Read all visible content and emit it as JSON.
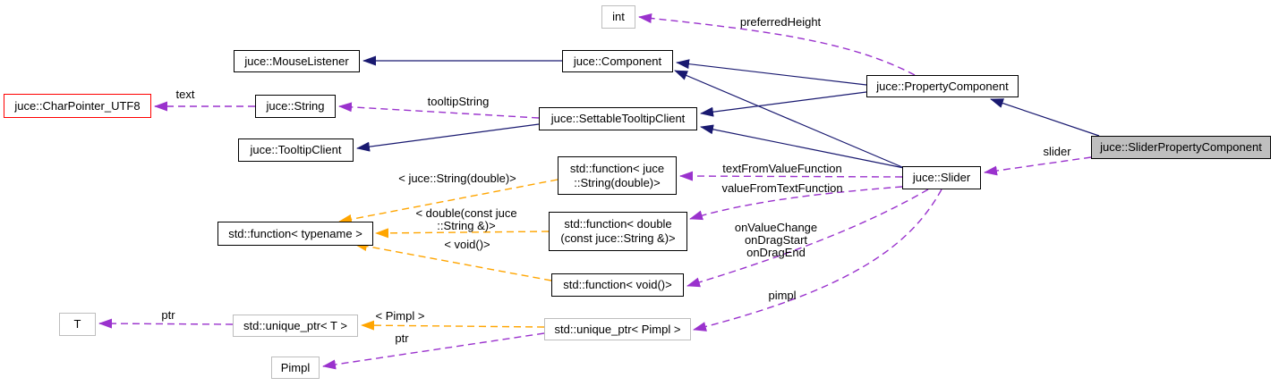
{
  "diagram": {
    "kind": "doxygen-collaboration-graph",
    "focus_class": "juce::SliderPropertyComponent"
  },
  "colors": {
    "background": "#ffffff",
    "inheritance_edge": "#191970",
    "usage_edge": "#9a32cd",
    "template_edge": "#ffa500",
    "node_fill": "#ffffff",
    "node_border": "#000000",
    "undocumented_node_border": "#bdbdbd",
    "red_node_border": "#ff0000",
    "selected_node_fill": "#bfbfbf",
    "text": "#000000"
  },
  "nodes": {
    "int": {
      "label": "int"
    },
    "mouse_listener": {
      "label": "juce::MouseListener"
    },
    "component": {
      "label": "juce::Component"
    },
    "property_component": {
      "label": "juce::PropertyComponent"
    },
    "char_pointer_utf8": {
      "label": "juce::CharPointer_UTF8"
    },
    "string": {
      "label": "juce::String"
    },
    "settable_tooltip_client": {
      "label": "juce::SettableTooltipClient"
    },
    "tooltip_client": {
      "label": "juce::TooltipClient"
    },
    "slider_property_component": {
      "label": "juce::SliderPropertyComponent"
    },
    "slider": {
      "label": "juce::Slider"
    },
    "fn_string_double": {
      "label": "std::function< juce\n::String(double)>"
    },
    "fn_typename": {
      "label": "std::function< typename >"
    },
    "fn_double_string": {
      "label": "std::function< double\n(const juce::String &)>"
    },
    "fn_void": {
      "label": "std::function< void()>"
    },
    "unique_ptr_t": {
      "label": "std::unique_ptr< T >"
    },
    "unique_ptr_pimpl": {
      "label": "std::unique_ptr< Pimpl >"
    },
    "t": {
      "label": "T"
    },
    "pimpl": {
      "label": "Pimpl"
    }
  },
  "edge_labels": {
    "preferred_height": "preferredHeight",
    "text": "text",
    "tooltip_string": "tooltipString",
    "slider": "slider",
    "text_from_value": "textFromValueFunction",
    "value_from_text": "valueFromTextFunction",
    "on_value_change": "onValueChange\nonDragStart\nonDragEnd",
    "pimpl": "pimpl",
    "ptr_t": "ptr",
    "ptr_pimpl": "ptr",
    "tmpl_string_double": "< juce::String(double)>",
    "tmpl_double_string": "< double(const juce\n::String &)>",
    "tmpl_void": "< void()>",
    "tmpl_pimpl": "< Pimpl >"
  },
  "edges": [
    {
      "from": "juce::Component",
      "to": "juce::MouseListener",
      "type": "inheritance"
    },
    {
      "from": "juce::PropertyComponent",
      "to": "juce::Component",
      "type": "inheritance"
    },
    {
      "from": "juce::Slider",
      "to": "juce::Component",
      "type": "inheritance"
    },
    {
      "from": "juce::PropertyComponent",
      "to": "juce::SettableTooltipClient",
      "type": "inheritance"
    },
    {
      "from": "juce::Slider",
      "to": "juce::SettableTooltipClient",
      "type": "inheritance"
    },
    {
      "from": "juce::SettableTooltipClient",
      "to": "juce::TooltipClient",
      "type": "inheritance"
    },
    {
      "from": "juce::SliderPropertyComponent",
      "to": "juce::PropertyComponent",
      "type": "inheritance"
    },
    {
      "from": "juce::PropertyComponent",
      "to": "int",
      "type": "usage",
      "label": "preferredHeight"
    },
    {
      "from": "juce::String",
      "to": "juce::CharPointer_UTF8",
      "type": "usage",
      "label": "text"
    },
    {
      "from": "juce::SettableTooltipClient",
      "to": "juce::String",
      "type": "usage",
      "label": "tooltipString"
    },
    {
      "from": "juce::SliderPropertyComponent",
      "to": "juce::Slider",
      "type": "usage",
      "label": "slider"
    },
    {
      "from": "juce::Slider",
      "to": "std::function< juce::String(double)>",
      "type": "usage",
      "label": "textFromValueFunction"
    },
    {
      "from": "juce::Slider",
      "to": "std::function< double(const juce::String &)>",
      "type": "usage",
      "label": "valueFromTextFunction"
    },
    {
      "from": "juce::Slider",
      "to": "std::function< void()>",
      "type": "usage",
      "label": "onValueChange\nonDragStart\nonDragEnd"
    },
    {
      "from": "juce::Slider",
      "to": "std::unique_ptr< Pimpl >",
      "type": "usage",
      "label": "pimpl"
    },
    {
      "from": "std::unique_ptr< T >",
      "to": "T",
      "type": "usage",
      "label": "ptr"
    },
    {
      "from": "std::unique_ptr< Pimpl >",
      "to": "Pimpl",
      "type": "usage",
      "label": "ptr"
    },
    {
      "from": "std::function< juce::String(double)>",
      "to": "std::function< typename >",
      "type": "template_instance",
      "label": "< juce::String(double)>"
    },
    {
      "from": "std::function< double(const juce::String &)>",
      "to": "std::function< typename >",
      "type": "template_instance",
      "label": "< double(const juce::String &)>"
    },
    {
      "from": "std::function< void()>",
      "to": "std::function< typename >",
      "type": "template_instance",
      "label": "< void()>"
    },
    {
      "from": "std::unique_ptr< Pimpl >",
      "to": "std::unique_ptr< T >",
      "type": "template_instance",
      "label": "< Pimpl >"
    }
  ]
}
